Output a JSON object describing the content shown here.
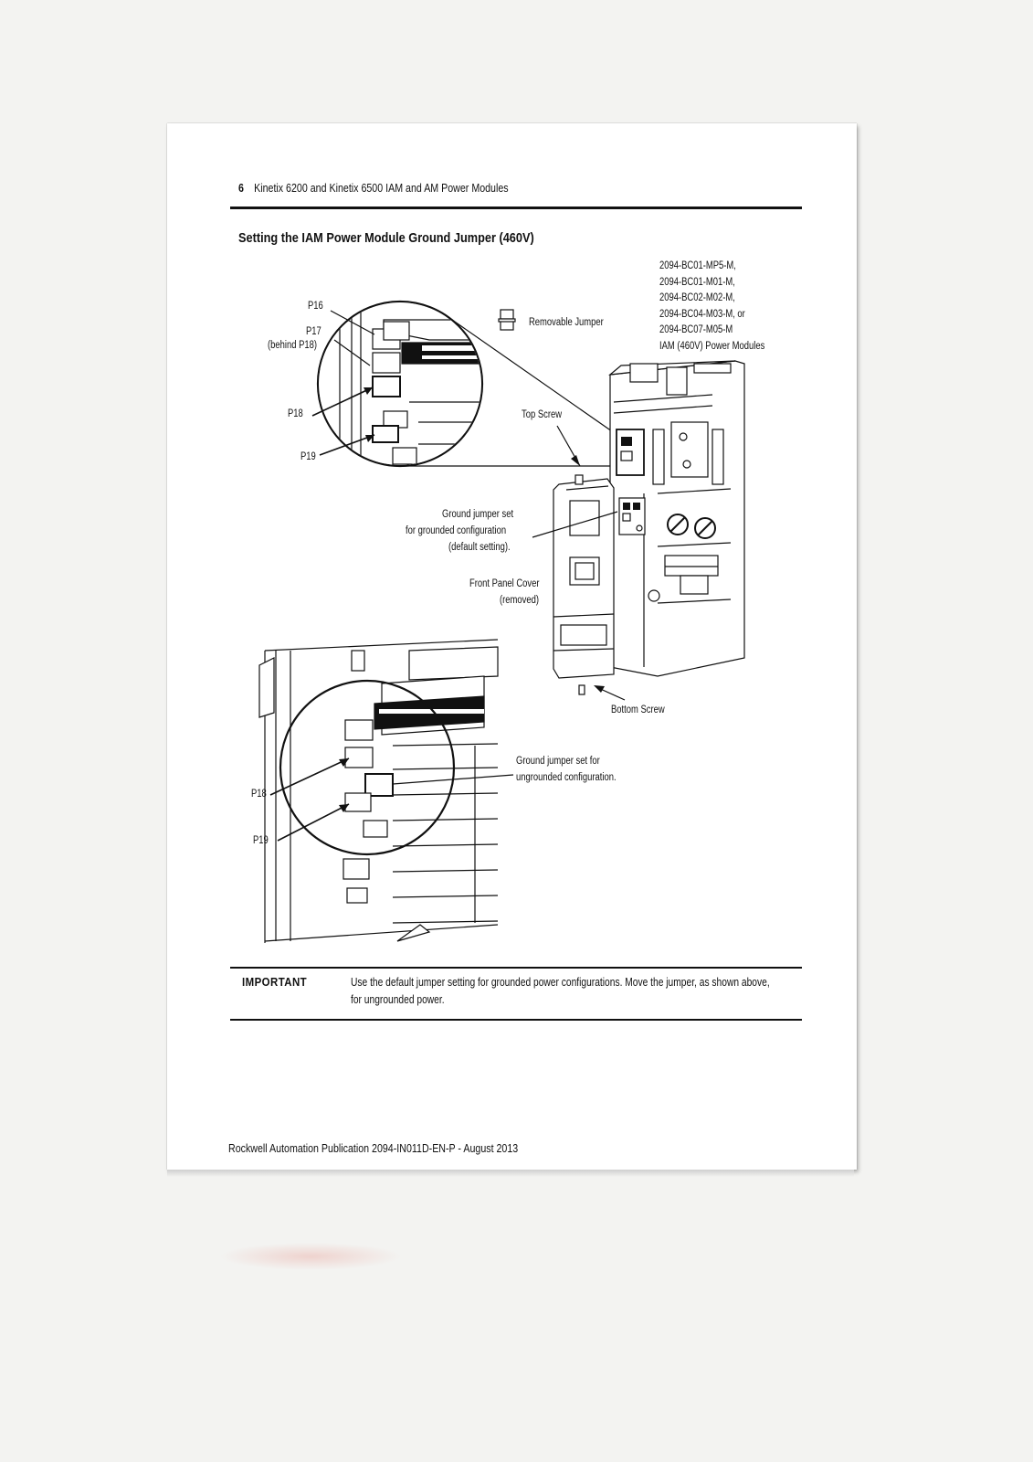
{
  "header": {
    "page_number": "6",
    "title": "Kinetix 6200 and Kinetix 6500 IAM and AM Power Modules"
  },
  "section": {
    "title": "Setting the IAM Power Module Ground Jumper (460V)"
  },
  "figure": {
    "models": [
      "2094-BC01-MP5-M,",
      "2094-BC01-M01-M,",
      "2094-BC02-M02-M,",
      "2094-BC04-M03-M, or",
      "2094-BC07-M05-M",
      "IAM (460V) Power Modules"
    ],
    "labels": {
      "p16": "P16",
      "p17": "P17",
      "p17_note": "(behind P18)",
      "p18_top": "P18",
      "p19_top": "P19",
      "removable_jumper": "Removable Jumper",
      "top_screw": "Top Screw",
      "grounded_line1": "Ground jumper set",
      "grounded_line2": "for grounded configuration",
      "grounded_line3": "(default setting).",
      "front_cover_line1": "Front Panel Cover",
      "front_cover_line2": "(removed)",
      "bottom_screw": "Bottom Screw",
      "ungrounded_line1": "Ground jumper set for",
      "ungrounded_line2": "ungrounded configuration.",
      "p18_bottom": "P18",
      "p19_bottom": "P19"
    }
  },
  "important": {
    "label": "IMPORTANT",
    "text": "Use the default jumper setting for grounded power configurations. Move the jumper, as shown above, for ungrounded power."
  },
  "footer": {
    "publication": "Rockwell Automation Publication 2094-IN011D-EN-P - August 2013"
  }
}
